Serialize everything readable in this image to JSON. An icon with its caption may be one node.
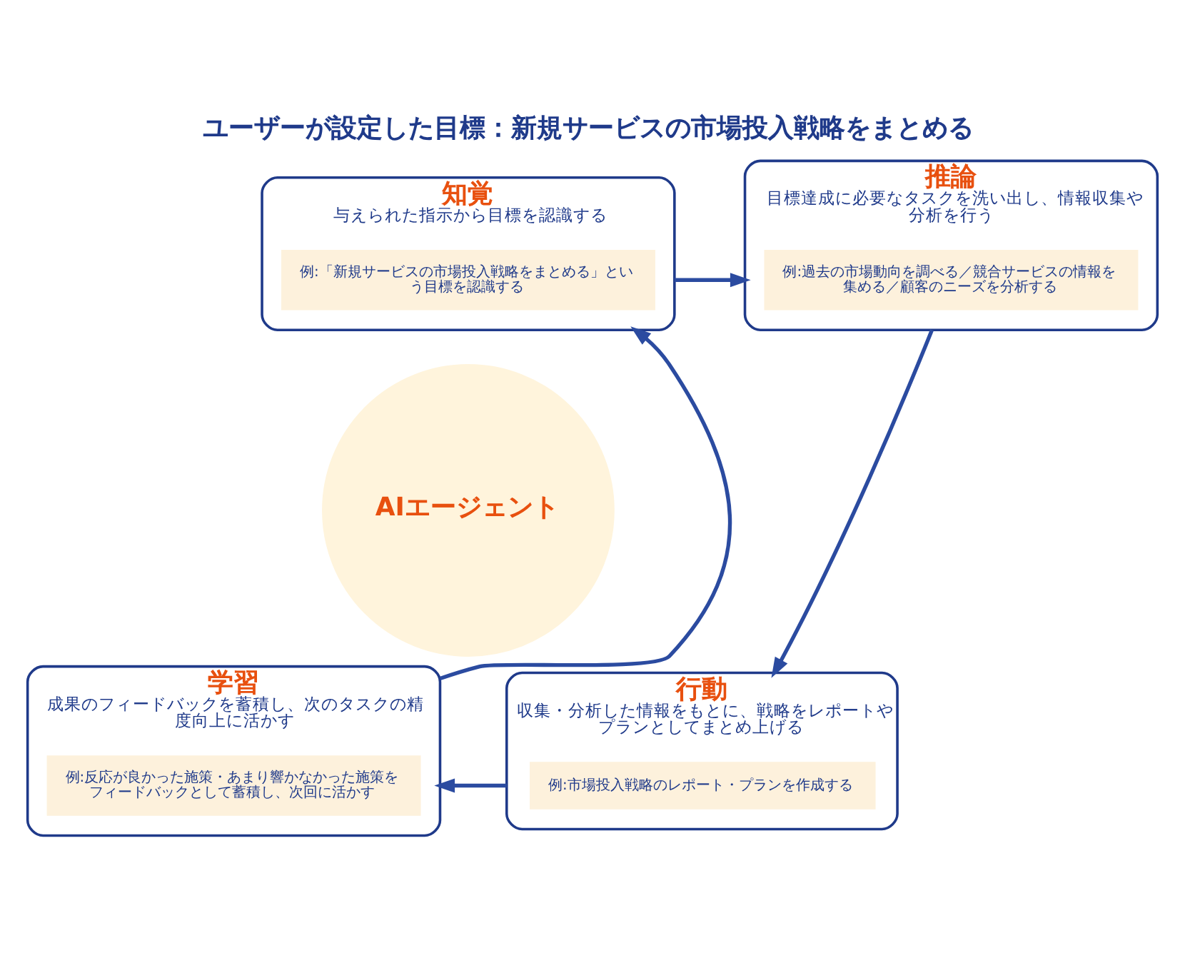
{
  "diagram": {
    "title": "ユーザーが設定した目標：新規サービスの市場投入戦略をまとめる",
    "nodes": [
      {
        "text": [
          "知覚",
          "与えられた指示から目標を認識する"
        ]
      },
      {
        "text": [
          "例:「新規サービスの市場投入戦略をまとめる」という目標を認識する"
        ],
        "in": 0
      },
      {
        "text": [
          "推論",
          "目標達成に必要なタスクを洗い出し、情報収集や分析を行う"
        ]
      },
      {
        "text": [
          "例:過去の市場動向を調べる／競合サービスの情報を集める／顧客のニーズを分析する"
        ],
        "in": 2
      },
      {
        "text": [
          "AIエージェント"
        ]
      },
      {
        "text": [
          "学習",
          "成果のフィードバックを蓄積し、次のタスクの精度向上に活かす"
        ]
      },
      {
        "text": [
          "例:反応が良かった施策・あまり響かなかった施策をフィードバックとして蓄積し、次回に活かす"
        ],
        "in": 5
      },
      {
        "text": [
          "行動",
          "収集・分析した情報をもとに、戦略をレポートやプランとしてまとめ上げる"
        ]
      },
      {
        "text": [
          "例:市場投入戦略のレポート・プランを作成する"
        ],
        "in": 7
      }
    ],
    "edges": [
      {
        "from": 0,
        "to": 2,
        "arrow": "to"
      },
      {
        "from": 2,
        "to": 7,
        "arrow": "to"
      },
      {
        "from": 7,
        "to": 5,
        "arrow": "to"
      },
      {
        "from": 5,
        "to": 0,
        "arrow": "to"
      }
    ]
  }
}
